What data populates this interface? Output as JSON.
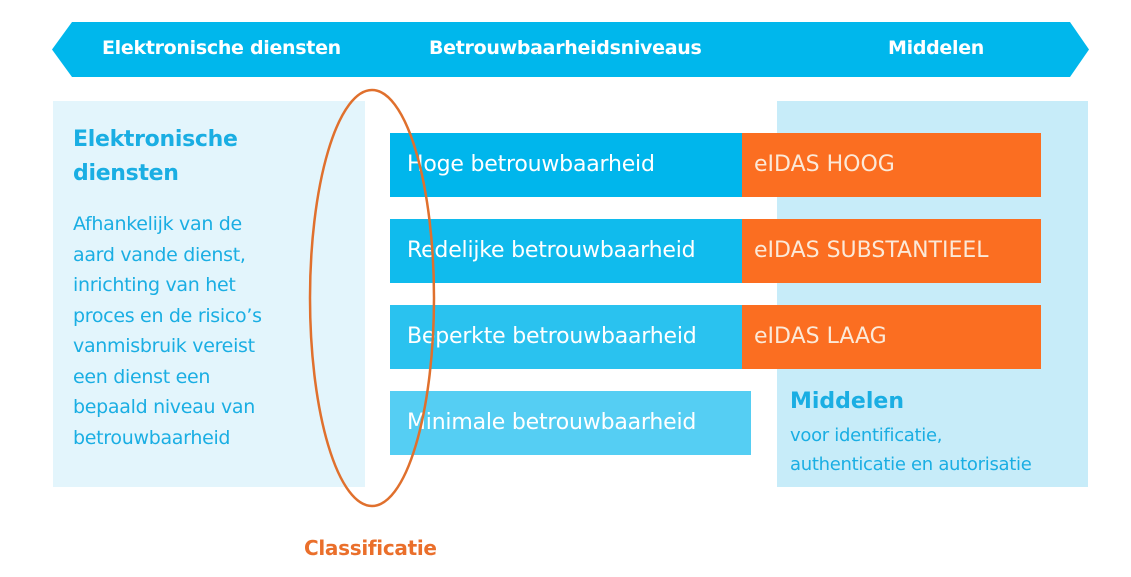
{
  "banner": {
    "labels": [
      "Elektronische diensten",
      "Betrouwbaarheidsniveaus",
      "Middelen"
    ],
    "color": "#00b7ec"
  },
  "left_panel": {
    "title_line1": "Elektronische",
    "title_line2": "diensten",
    "body_lines": [
      "Afhankelijk van de",
      "aard vande dienst,",
      "inrichting van het",
      "proces en de risico’s",
      "vanmisbruik vereist",
      "een dienst een",
      "bepaald niveau van",
      "betrouwbaarheid"
    ],
    "background": "#e3f5fc"
  },
  "levels": [
    {
      "label": "Hoge betrouwbaarheid",
      "eidas": "eIDAS HOOG",
      "color": "#00b6ec"
    },
    {
      "label": "Redelijke  betrouwbaarheid",
      "eidas": "eIDAS SUBSTANTIEEL",
      "color": "#10bbed"
    },
    {
      "label": "Beperkte  betrouwbaarheid",
      "eidas": "eIDAS LAAG",
      "color": "#2ac2ef"
    },
    {
      "label": "Minimale  betrouwbaarheid",
      "eidas": null,
      "color": "#55cef3"
    }
  ],
  "right_panel": {
    "title": "Middelen",
    "body_line1": "voor identificatie,",
    "body_line2": "authenticatie en autorisatie",
    "background": "#c7ecf9"
  },
  "eidas_color": "#fb6e21",
  "classification": {
    "label": "Classificatie",
    "color": "#ea6f2b"
  }
}
